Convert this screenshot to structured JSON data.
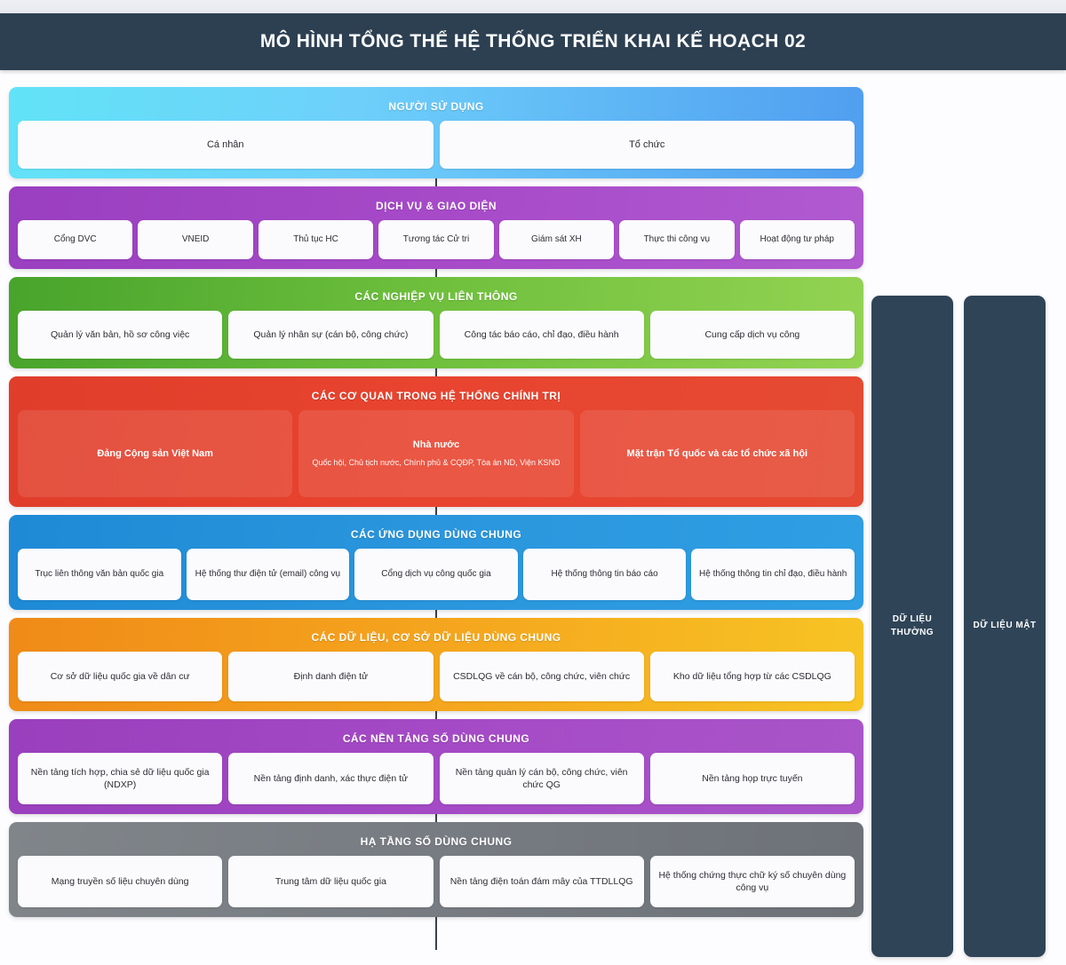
{
  "header": {
    "title": "MÔ HÌNH TỔNG THỂ HỆ THỐNG TRIỂN KHAI KẾ HOẠCH 02"
  },
  "colors": {
    "header_bar": "#2d4052",
    "users_from": "#62e3f7",
    "users_to": "#509ef0",
    "services": "#a84bc9",
    "business_from": "#48a42c",
    "business_to": "#93d352",
    "political": "#e8442f",
    "apps": "#2a96dd",
    "data_from": "#f08a18",
    "data_to": "#f7c424",
    "platforms": "#a54bc6",
    "infra": "#767b81",
    "side_column": "#2f4457"
  },
  "layers": [
    {
      "id": "users",
      "title": "NGƯỜI SỬ DỤNG",
      "boxes": [
        {
          "label": "Cá nhân"
        },
        {
          "label": "Tổ chức"
        }
      ]
    },
    {
      "id": "services",
      "title": "DỊCH VỤ & GIAO DIỆN",
      "boxes": [
        {
          "label": "Cổng DVC"
        },
        {
          "label": "VNEID"
        },
        {
          "label": "Thủ tục HC"
        },
        {
          "label": "Tương tác Cử tri"
        },
        {
          "label": "Giám sát XH"
        },
        {
          "label": "Thực thi công vụ"
        },
        {
          "label": "Hoạt động tư pháp"
        }
      ]
    },
    {
      "id": "business",
      "title": "CÁC NGHIỆP VỤ LIÊN THÔNG",
      "boxes": [
        {
          "label": "Quản lý văn bản, hồ sơ công việc"
        },
        {
          "label": "Quản lý nhân sự (cán bộ, công chức)"
        },
        {
          "label": "Công tác báo cáo, chỉ đạo, điều hành"
        },
        {
          "label": "Cung cấp dịch vụ công"
        }
      ]
    },
    {
      "id": "political",
      "title": "CÁC CƠ QUAN TRONG HỆ THỐNG CHÍNH TRỊ",
      "boxes": [
        {
          "label": "Đảng Cộng sản Việt Nam",
          "sub": ""
        },
        {
          "label": "Nhà nước",
          "sub": "Quốc hội, Chủ tịch nước, Chính phủ & CQĐP, Tòa án ND, Viện KSND"
        },
        {
          "label": "Mặt trận Tổ quốc và các tổ chức xã hội",
          "sub": ""
        }
      ]
    },
    {
      "id": "apps",
      "title": "CÁC ỨNG DỤNG DÙNG CHUNG",
      "boxes": [
        {
          "label": "Trục liên thông văn bản quốc gia"
        },
        {
          "label": "Hệ thống thư điện tử (email) công vụ"
        },
        {
          "label": "Cổng dịch vụ công quốc gia"
        },
        {
          "label": "Hệ thống thông tin báo cáo"
        },
        {
          "label": "Hệ thống thông tin chỉ đạo, điều hành"
        }
      ]
    },
    {
      "id": "data",
      "title": "CÁC DỮ LIỆU, CƠ SỞ DỮ LIỆU DÙNG CHUNG",
      "boxes": [
        {
          "label": "Cơ sở dữ liệu quốc gia về dân cư"
        },
        {
          "label": "Định danh điện tử"
        },
        {
          "label": "CSDLQG về cán bộ, công chức, viên chức"
        },
        {
          "label": "Kho dữ liệu tổng hợp từ các CSDLQG"
        }
      ]
    },
    {
      "id": "platforms",
      "title": "CÁC NỀN TẢNG SỐ DÙNG CHUNG",
      "boxes": [
        {
          "label": "Nền tảng tích hợp, chia sẻ dữ liệu quốc gia (NDXP)"
        },
        {
          "label": "Nền tảng định danh, xác thực điện tử"
        },
        {
          "label": "Nền tảng quản lý cán bộ, công chức, viên chức QG"
        },
        {
          "label": "Nền tảng họp trực tuyến"
        }
      ]
    },
    {
      "id": "infra",
      "title": "HẠ TẦNG SỐ DÙNG CHUNG",
      "boxes": [
        {
          "label": "Mạng truyền số liệu chuyên dùng"
        },
        {
          "label": "Trung tâm dữ liệu quốc gia"
        },
        {
          "label": "Nền tảng điện toán đám mây của TTDLLQG"
        },
        {
          "label": "Hệ thống chứng thực chữ ký số chuyên dùng công vụ"
        }
      ]
    }
  ],
  "side_columns": [
    {
      "label": "DỮ LIỆU THƯỜNG"
    },
    {
      "label": "DỮ LIỆU MẬT"
    }
  ]
}
